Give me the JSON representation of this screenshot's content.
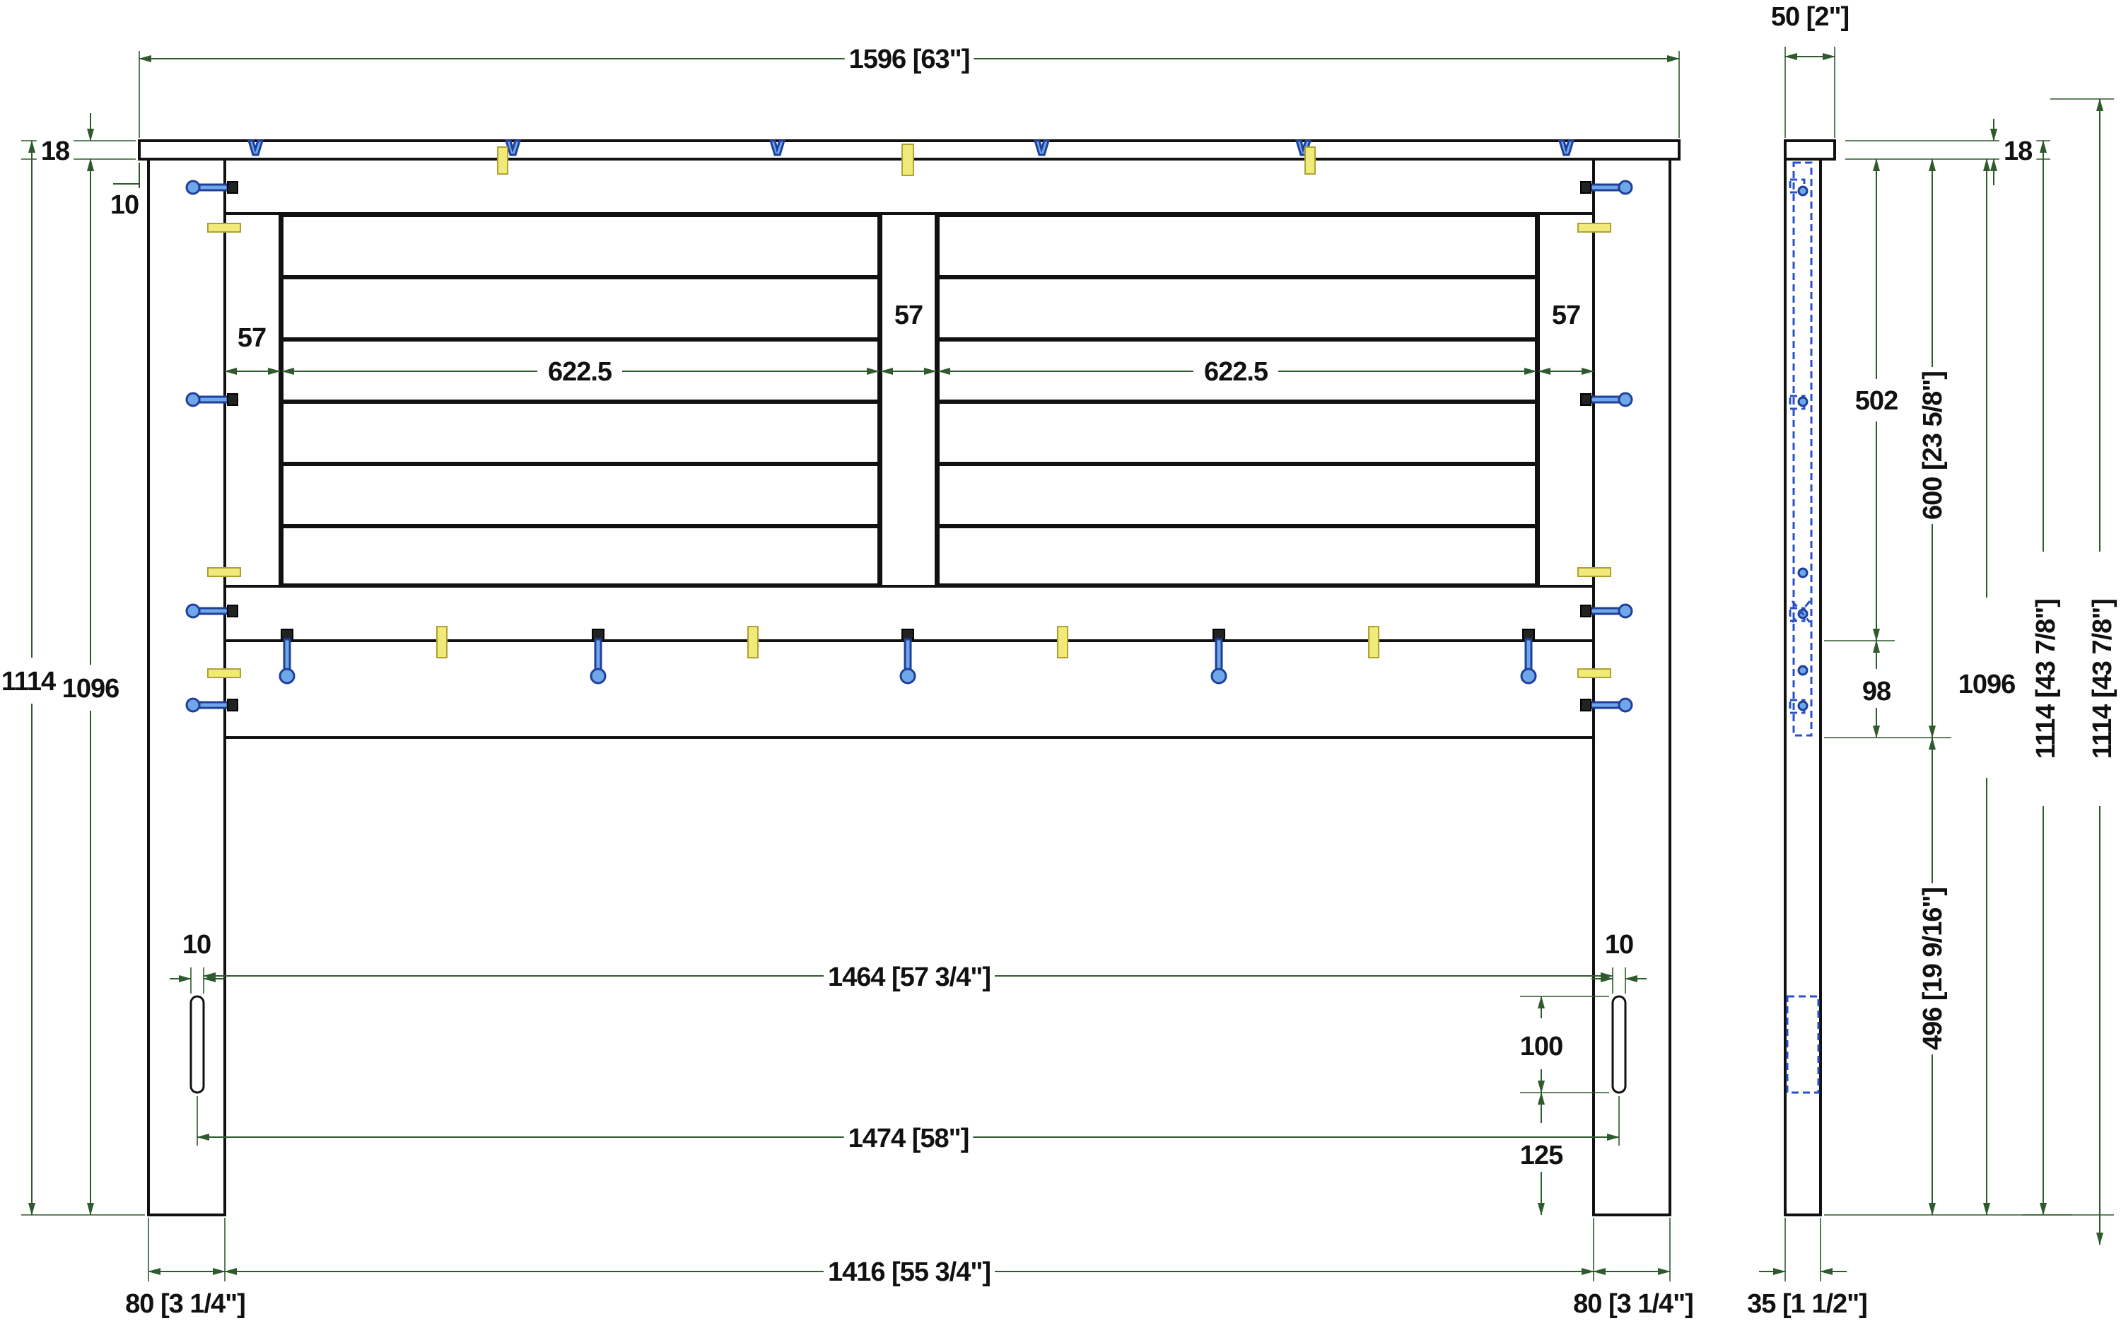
{
  "front_view": {
    "overall_width": "1596 [63\"]",
    "top_cap": "18",
    "cap_offset": "10",
    "overall_height": "1114",
    "post_height": "1096",
    "frame_width_left": "57",
    "frame_width_center": "57",
    "frame_width_right": "57",
    "panel_width_left": "622.5",
    "panel_width_right": "622.5",
    "slot_width_left": "10",
    "slot_width_right": "10",
    "slot_spacing": "1464 [57 3/4\"]",
    "slot_length": "100",
    "slot_outer_spacing": "1474 [58\"]",
    "slot_bottom_offset": "125",
    "inner_width": "1416 [55 3/4\"]",
    "post_width_left": "80 [3 1/4\"]",
    "post_width_right": "80 [3 1/4\"]"
  },
  "side_view": {
    "cap_depth": "50 [2\"]",
    "top_cap": "18",
    "panel_height": "502",
    "upper_height": "600 [23 5/8\"]",
    "rail_height": "98",
    "post_height": "1096",
    "lower_height": "496 [19 9/16\"]",
    "overall_height_a": "1114 [43 7/8\"]",
    "overall_height_b": "1114 [43 7/8\"]",
    "post_depth": "35 [1 1/2\"]"
  },
  "colors": {
    "outline": "#111111",
    "dimension": "#2e5a2e",
    "hardware_blue": "#6fa8e8",
    "dowel_yellow": "#f0ea7a"
  }
}
